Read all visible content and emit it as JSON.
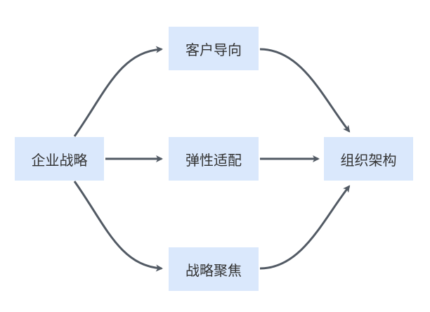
{
  "diagram": {
    "colors": {
      "node_fill": "#dae8fc",
      "edge": "#525a64",
      "text": "#333333"
    },
    "nodes": [
      {
        "id": "source",
        "label": "企业战略"
      },
      {
        "id": "top",
        "label": "客户导向"
      },
      {
        "id": "mid",
        "label": "弹性适配"
      },
      {
        "id": "bottom",
        "label": "战略聚焦"
      },
      {
        "id": "target",
        "label": "组织架构"
      }
    ],
    "edges": [
      {
        "from": "source",
        "to": "top"
      },
      {
        "from": "source",
        "to": "mid"
      },
      {
        "from": "source",
        "to": "bottom"
      },
      {
        "from": "top",
        "to": "target"
      },
      {
        "from": "mid",
        "to": "target"
      },
      {
        "from": "bottom",
        "to": "target"
      }
    ]
  }
}
